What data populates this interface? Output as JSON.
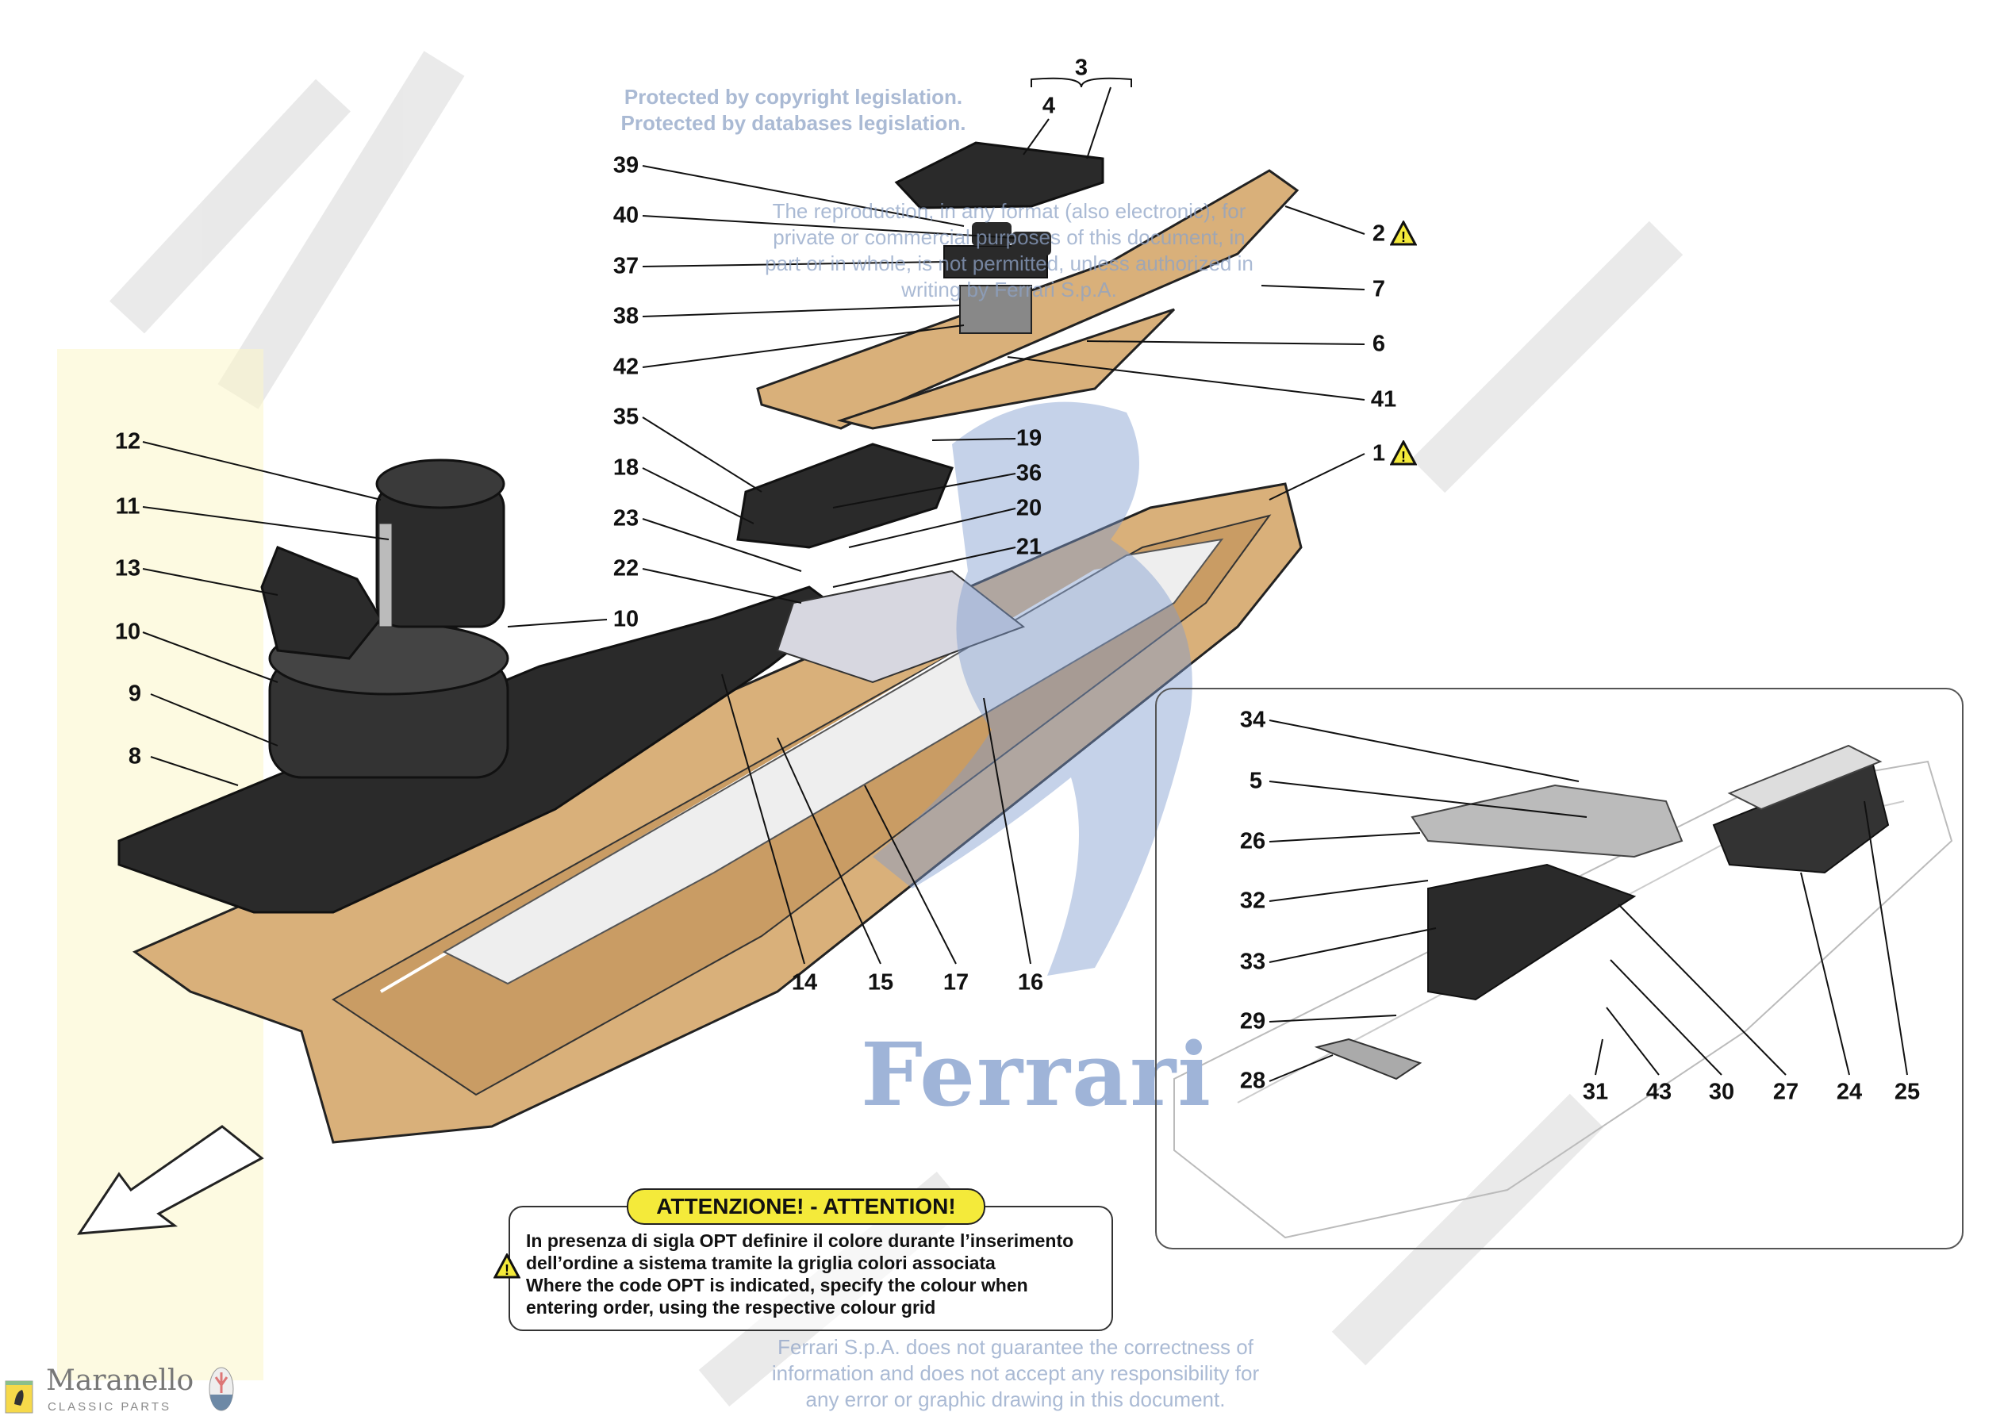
{
  "watermark": {
    "protected_lines": [
      "Protected by copyright legislation.",
      "Protected by databases legislation."
    ],
    "reproduction_lines": [
      "The reproduction, in any format (also electronic), for",
      "private or commercial purposes of this document, in",
      "part or in whole, is not permitted, unless authorized in",
      "writing by Ferrari S.p.A."
    ],
    "disclaimer_lines": [
      "Ferrari S.p.A. does not guarantee the correctness of",
      "information and does not accept any responsibility for",
      "any error or graphic drawing in this document."
    ],
    "ferrari_logo": "Ferrari"
  },
  "callouts": {
    "main": [
      "3",
      "4",
      "39",
      "40",
      "37",
      "38",
      "42",
      "35",
      "18",
      "23",
      "22",
      "10",
      "2",
      "7",
      "6",
      "41",
      "1",
      "19",
      "36",
      "20",
      "21",
      "12",
      "11",
      "13",
      "10",
      "9",
      "8",
      "14",
      "15",
      "17",
      "16"
    ],
    "inset": [
      "34",
      "5",
      "26",
      "32",
      "33",
      "29",
      "28",
      "31",
      "43",
      "30",
      "27",
      "24",
      "25"
    ]
  },
  "warning_parts": [
    "2",
    "1"
  ],
  "attention": {
    "title": "ATTENZIONE! - ATTENTION!",
    "lines": [
      "In presenza di sigla OPT definire il colore durante l’inserimento",
      "dell’ordine a sistema tramite la griglia colori associata",
      "Where the code OPT is indicated, specify the colour when",
      "entering order, using the respective colour grid"
    ]
  },
  "branding": {
    "name": "Maranello",
    "tagline": "CLASSIC PARTS"
  },
  "colors": {
    "wood": "#d9b07a",
    "dark": "#2a2a2a",
    "warning": "#f4ea3a",
    "watermark": "#8ea3c6"
  }
}
